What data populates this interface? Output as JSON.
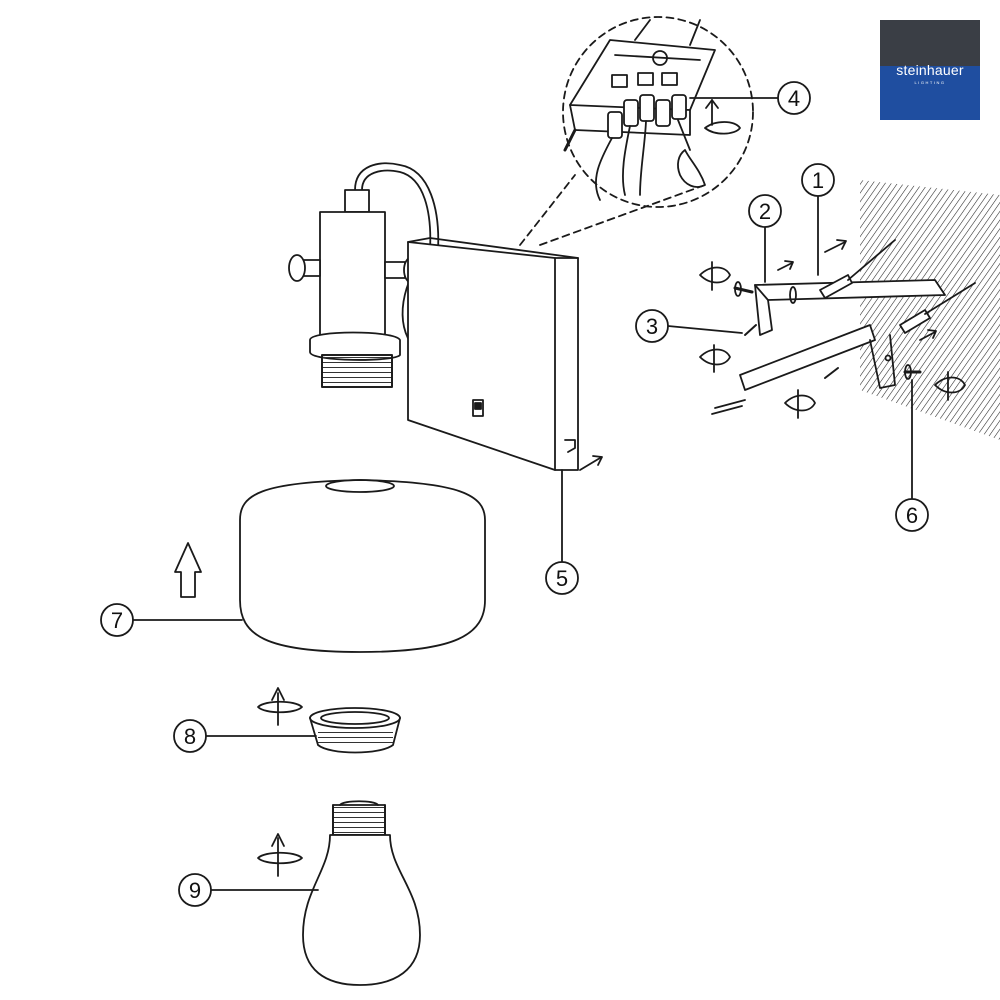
{
  "brand": {
    "name": "steinhauer",
    "tagline": "LIGHTING",
    "colors": {
      "top": "#3a3e45",
      "bottom": "#1f4ea0"
    }
  },
  "callouts": [
    "1",
    "2",
    "3",
    "4",
    "5",
    "6",
    "7",
    "8",
    "9"
  ]
}
